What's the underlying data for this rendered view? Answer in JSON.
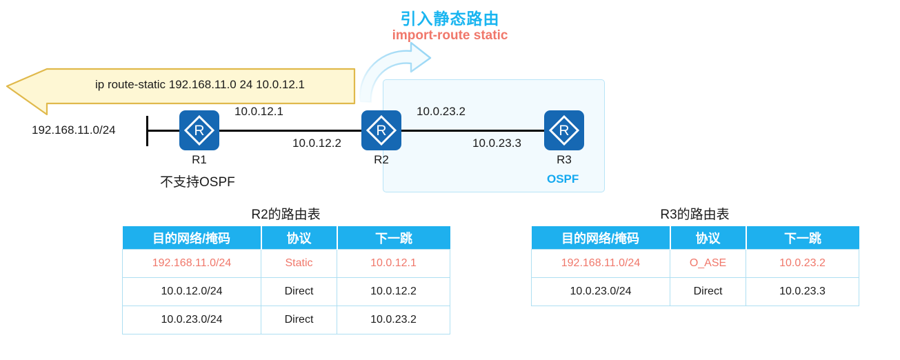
{
  "headline": {
    "title_cn": "引入静态路由",
    "title_en": "import-route static",
    "curve_arrow_icon": "curved-arrow-right-icon",
    "title_cn_color": "#19B5F0",
    "title_en_color": "#F0776A"
  },
  "banner": {
    "command": "ip route-static 192.168.11.0 24 10.0.12.1",
    "fill": "#FEF7D4",
    "border": "#E0B94B",
    "icon": "left-arrow-banner-icon"
  },
  "topology": {
    "ospf_region_label": "OSPF",
    "ospf_region_color": "#14A9F0",
    "left_network": "192.168.11.0/24",
    "r1_note": "不支持OSPF",
    "router_color": "#1668B3",
    "routers": [
      {
        "name": "R1",
        "icon": "router-icon"
      },
      {
        "name": "R2",
        "icon": "router-icon"
      },
      {
        "name": "R3",
        "icon": "router-icon"
      }
    ],
    "links": [
      {
        "left_ip": "10.0.12.1",
        "right_ip": "10.0.12.2"
      },
      {
        "left_ip": "10.0.23.2",
        "right_ip": "10.0.23.3"
      }
    ]
  },
  "tables": [
    {
      "title": "R2的路由表",
      "columns": [
        "目的网络/掩码",
        "协议",
        "下一跳"
      ],
      "rows": [
        {
          "highlight": true,
          "cells": [
            "192.168.11.0/24",
            "Static",
            "10.0.12.1"
          ]
        },
        {
          "highlight": false,
          "cells": [
            "10.0.12.0/24",
            "Direct",
            "10.0.12.2"
          ]
        },
        {
          "highlight": false,
          "cells": [
            "10.0.23.0/24",
            "Direct",
            "10.0.23.2"
          ]
        }
      ]
    },
    {
      "title": "R3的路由表",
      "columns": [
        "目的网络/掩码",
        "协议",
        "下一跳"
      ],
      "rows": [
        {
          "highlight": true,
          "cells": [
            "192.168.11.0/24",
            "O_ASE",
            "10.0.23.2"
          ]
        },
        {
          "highlight": false,
          "cells": [
            "10.0.23.0/24",
            "Direct",
            "10.0.23.3"
          ]
        }
      ]
    }
  ],
  "palette": {
    "header_blue": "#1EB0EE",
    "cell_border": "#AEDFF2",
    "highlight_red": "#F0776A",
    "ospf_fill": "#F2FAFE",
    "ospf_border": "#B7E4F7"
  }
}
